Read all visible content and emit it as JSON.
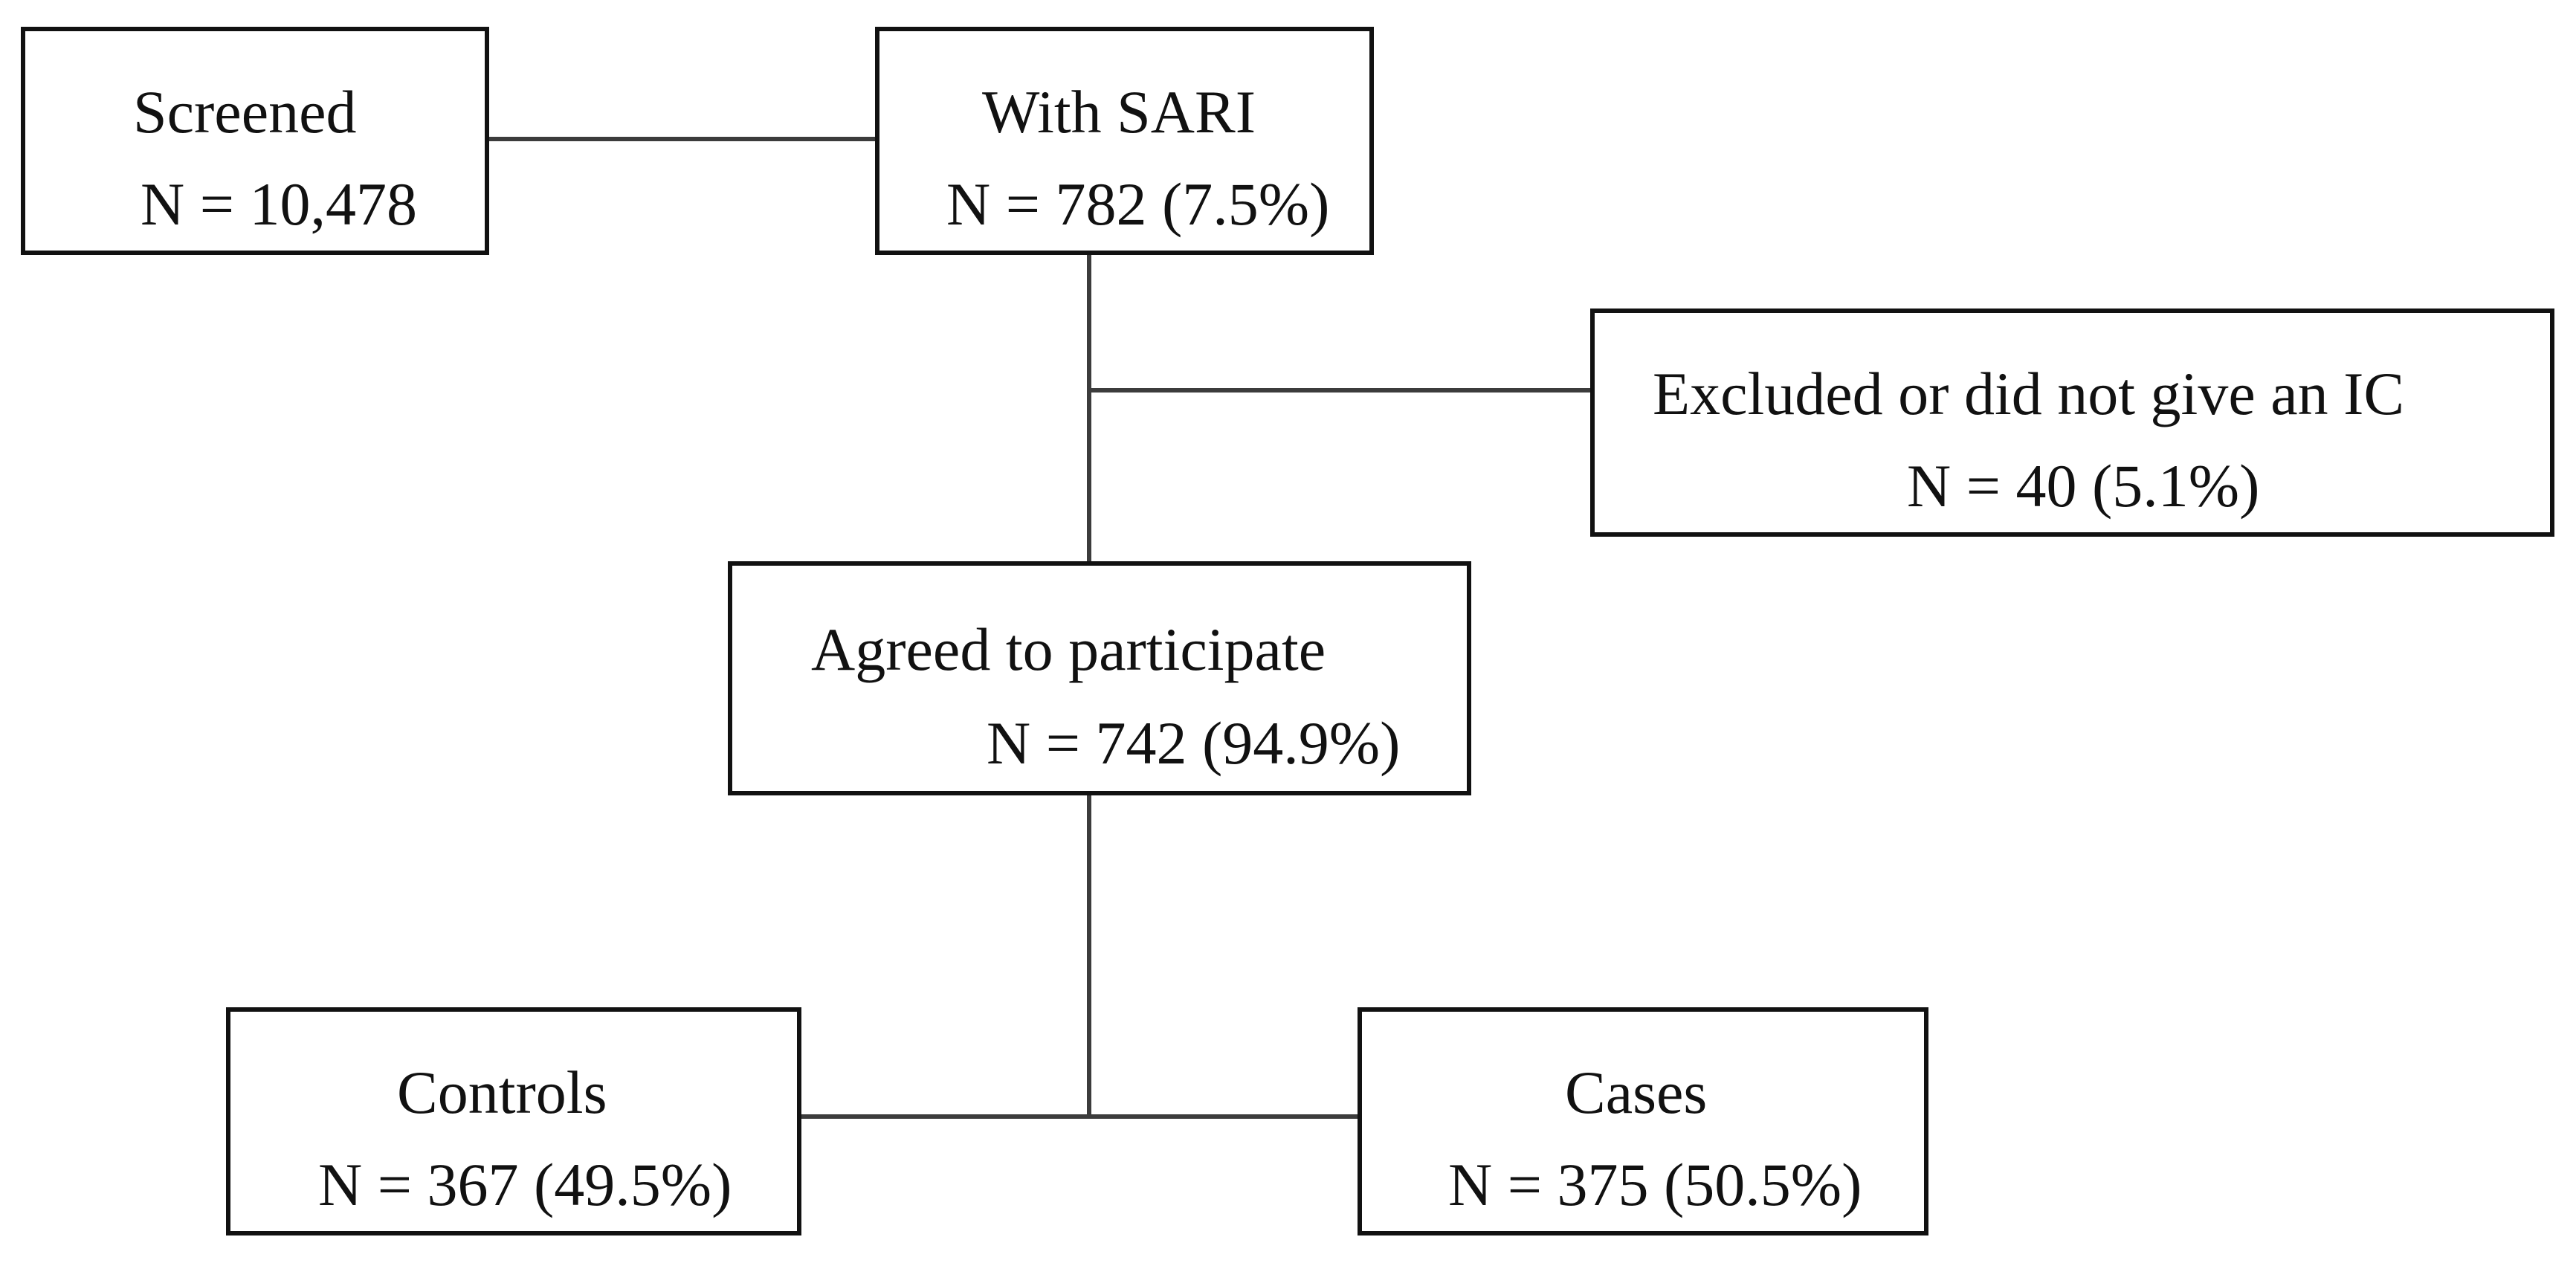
{
  "flowchart": {
    "screened": {
      "title": "Screened",
      "count": "N = 10,478"
    },
    "with_sari": {
      "title": "With SARI",
      "count": "N = 782 (7.5%)"
    },
    "excluded": {
      "title": "Excluded or did not give an IC",
      "count": "N = 40 (5.1%)"
    },
    "agreed": {
      "title": "Agreed to participate",
      "count": "N = 742 (94.9%)"
    },
    "controls": {
      "title": "Controls",
      "count": "N = 367 (49.5%)"
    },
    "cases": {
      "title": "Cases",
      "count": "N = 375 (50.5%)"
    }
  }
}
